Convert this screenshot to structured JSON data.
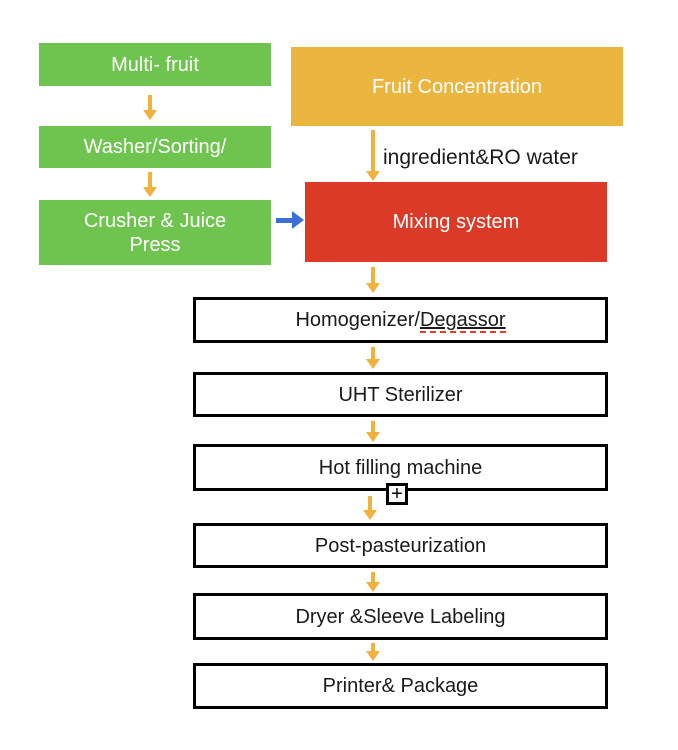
{
  "colors": {
    "green": "#6EC44F",
    "gold": "#EBB640",
    "red": "#DB3A26",
    "blue": "#3E6FD6",
    "arrow": "#F2B03D",
    "border": "#000000",
    "text_dark": "#1A1A1A",
    "text_light": "#FFFFFF",
    "spell": "#E8392A"
  },
  "left_flow": {
    "multi_fruit": "Multi- fruit",
    "washer": "Washer/Sorting/",
    "crusher": "Crusher & Juice Press"
  },
  "right_flow": {
    "fruit_concentration": "Fruit Concentration",
    "ingredient_label": "ingredient&RO water",
    "mixing_system": "Mixing system"
  },
  "steps": [
    {
      "prefix": "Homogenizer/",
      "misspelled": "Degassor"
    },
    {
      "label": "UHT Sterilizer"
    },
    {
      "label": "Hot filling machine"
    },
    {
      "label": "Post-pasteurization"
    },
    {
      "label": "Dryer &Sleeve Labeling"
    },
    {
      "label": "Printer& Package"
    }
  ],
  "icons": {
    "plus": "+"
  }
}
